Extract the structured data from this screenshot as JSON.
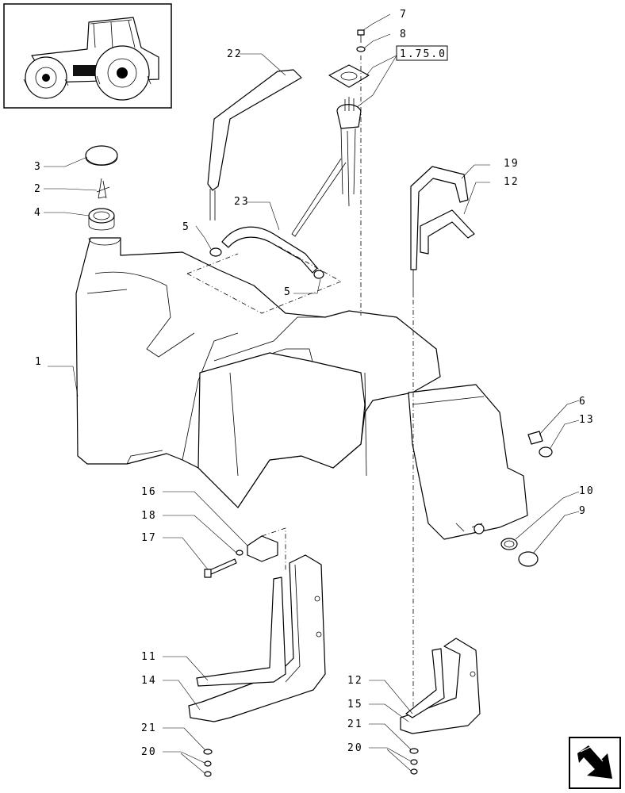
{
  "reference_box": "1.75.0",
  "callouts": {
    "c1": "1",
    "c2": "2",
    "c3": "3",
    "c4": "4",
    "c5a": "5",
    "c5b": "5",
    "c6": "6",
    "c7": "7",
    "c8": "8",
    "c9": "9",
    "c10": "10",
    "c11": "11",
    "c12a": "12",
    "c12b": "12",
    "c13": "13",
    "c14": "14",
    "c15": "15",
    "c16": "16",
    "c17": "17",
    "c18": "18",
    "c19": "19",
    "c20a": "20",
    "c20b": "20",
    "c21a": "21",
    "c21b": "21",
    "c22": "22",
    "c23": "23"
  },
  "icons": {
    "thumbnail": "tractor-thumbnail-icon",
    "nav": "next-page-arrow-icon"
  }
}
